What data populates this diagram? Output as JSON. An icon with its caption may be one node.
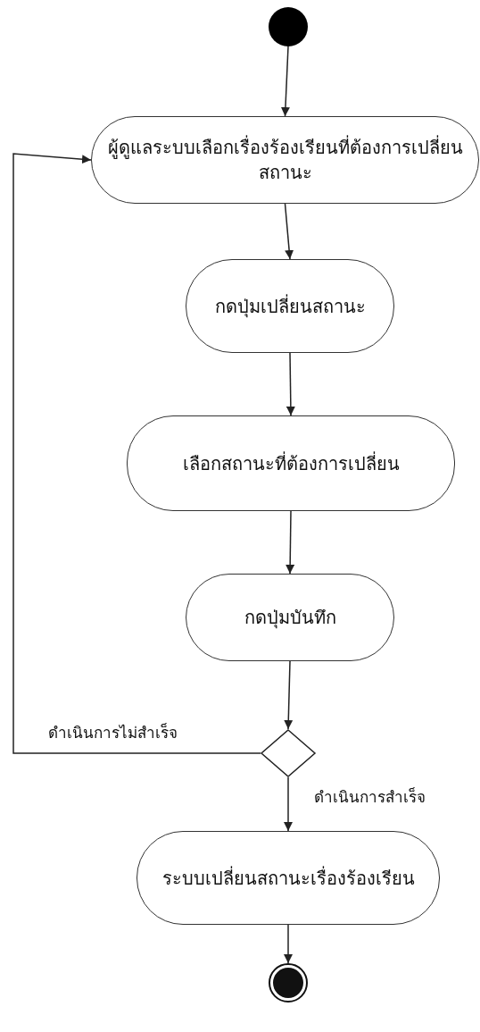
{
  "diagram": {
    "nodes": [
      {
        "text": [],
        "shape": "circle"
      },
      {
        "text": [
          "ผู้ดูแลระบบเลือกเรื่องร้องเรียนที่ต้องการเปลี่ยนสถานะ"
        ]
      },
      {
        "text": [
          "กดปุ่มเปลี่ยนสถานะ"
        ]
      },
      {
        "text": [
          "เลือกสถานะที่ต้องการเปลี่ยน"
        ]
      },
      {
        "text": [
          "กดปุ่มบันทึก"
        ]
      },
      {
        "text": [],
        "shape": "diamond"
      },
      {
        "text": [
          "ระบบเปลี่ยนสถานะเรื่องร้องเรียน"
        ]
      },
      {
        "text": [],
        "shape": "circle"
      }
    ],
    "edges": [
      {
        "from": 0,
        "to": 1,
        "arrow": "to"
      },
      {
        "from": 1,
        "to": 2,
        "arrow": "to"
      },
      {
        "from": 2,
        "to": 3,
        "arrow": "to"
      },
      {
        "from": 3,
        "to": 4,
        "arrow": "to"
      },
      {
        "from": 4,
        "to": 5,
        "arrow": "to"
      },
      {
        "from": 5,
        "to": 1,
        "arrow": "to",
        "label": "ดำเนินการไม่สำเร็จ"
      },
      {
        "from": 5,
        "to": 6,
        "arrow": "to",
        "label": "ดำเนินการสำเร็จ"
      },
      {
        "from": 6,
        "to": 7,
        "arrow": "to"
      }
    ]
  }
}
